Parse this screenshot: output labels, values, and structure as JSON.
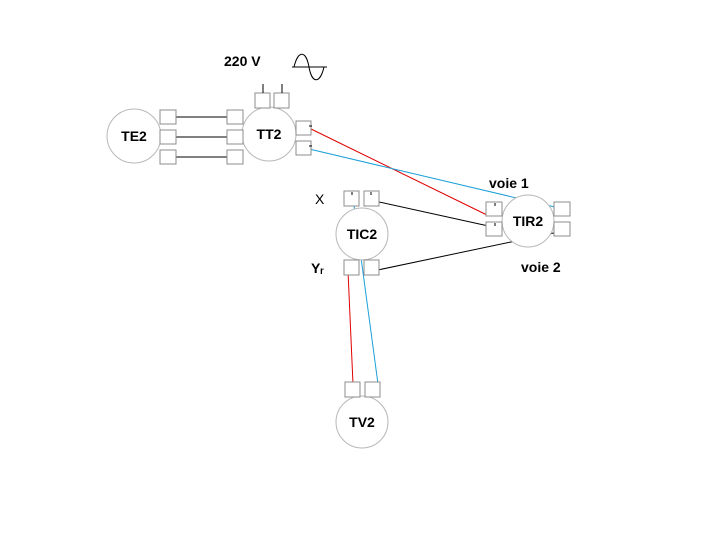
{
  "labels": {
    "voltage": "220 V",
    "voie1": "voie 1",
    "voie2": "voie 2",
    "x": "X",
    "yr": "Yᵣ"
  },
  "nodes": {
    "te2": "TE2",
    "tt2": "TT2",
    "tic2": "TIC2",
    "tir2": "TIR2",
    "tv2": "TV2"
  },
  "icons": {
    "ac": "ac-sine-icon"
  },
  "colors": {
    "red_wire": "#e00000",
    "blue_wire": "#1aa0d8",
    "black_wire": "#000000"
  }
}
